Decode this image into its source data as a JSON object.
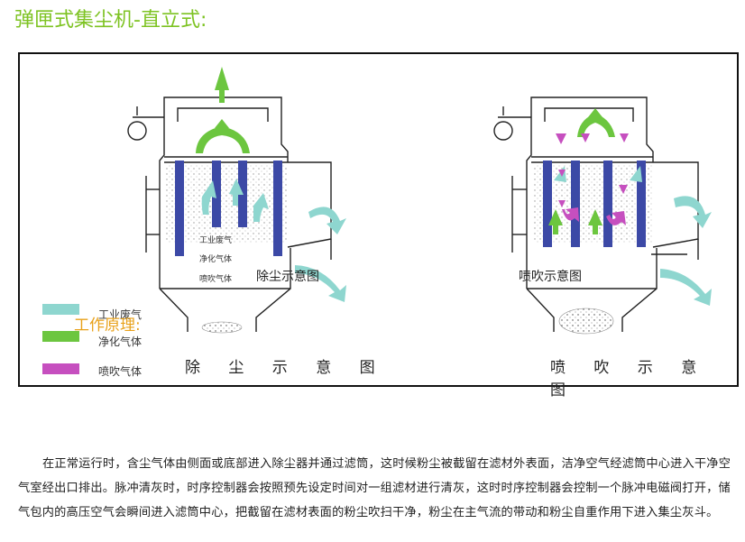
{
  "title": "弹匣式集尘机-直立式:",
  "diagram": {
    "left_inner_labels": [
      "工业废气",
      "净化气体",
      "喷吹气体"
    ],
    "left_label": "除尘示意图",
    "right_label": "喷吹示意图",
    "left_caption": "除 尘 示 意 图",
    "right_caption": "喷 吹 示 意 图",
    "legend": [
      {
        "label": "工业废气",
        "color": "#8ed6cf"
      },
      {
        "label": "净化气体",
        "color": "#6cc63f"
      },
      {
        "label": "喷吹气体",
        "color": "#c64fbf"
      }
    ],
    "principle_label": "工作原理:",
    "colors": {
      "filter_blue": "#3c49a6",
      "clean_green": "#6cc63f",
      "dust_teal": "#8ed6cf",
      "pulse_magenta": "#c64fbf",
      "title_green": "#7ec323",
      "principle_orange": "#e8a11a"
    }
  },
  "description": "在正常运行时，含尘气体由侧面或底部进入除尘器并通过滤筒，这时候粉尘被截留在滤材外表面，洁净空气经滤筒中心进入干净空气室经出口排出。脉冲清灰时，时序控制器会按照预先设定时间对一组滤材进行清灰，这时时序控制器会控制一个脉冲电磁阀打开，储气包内的高压空气会瞬间进入滤筒中心，把截留在滤材表面的粉尘吹扫干净，粉尘在主气流的带动和粉尘自重作用下进入集尘灰斗。"
}
